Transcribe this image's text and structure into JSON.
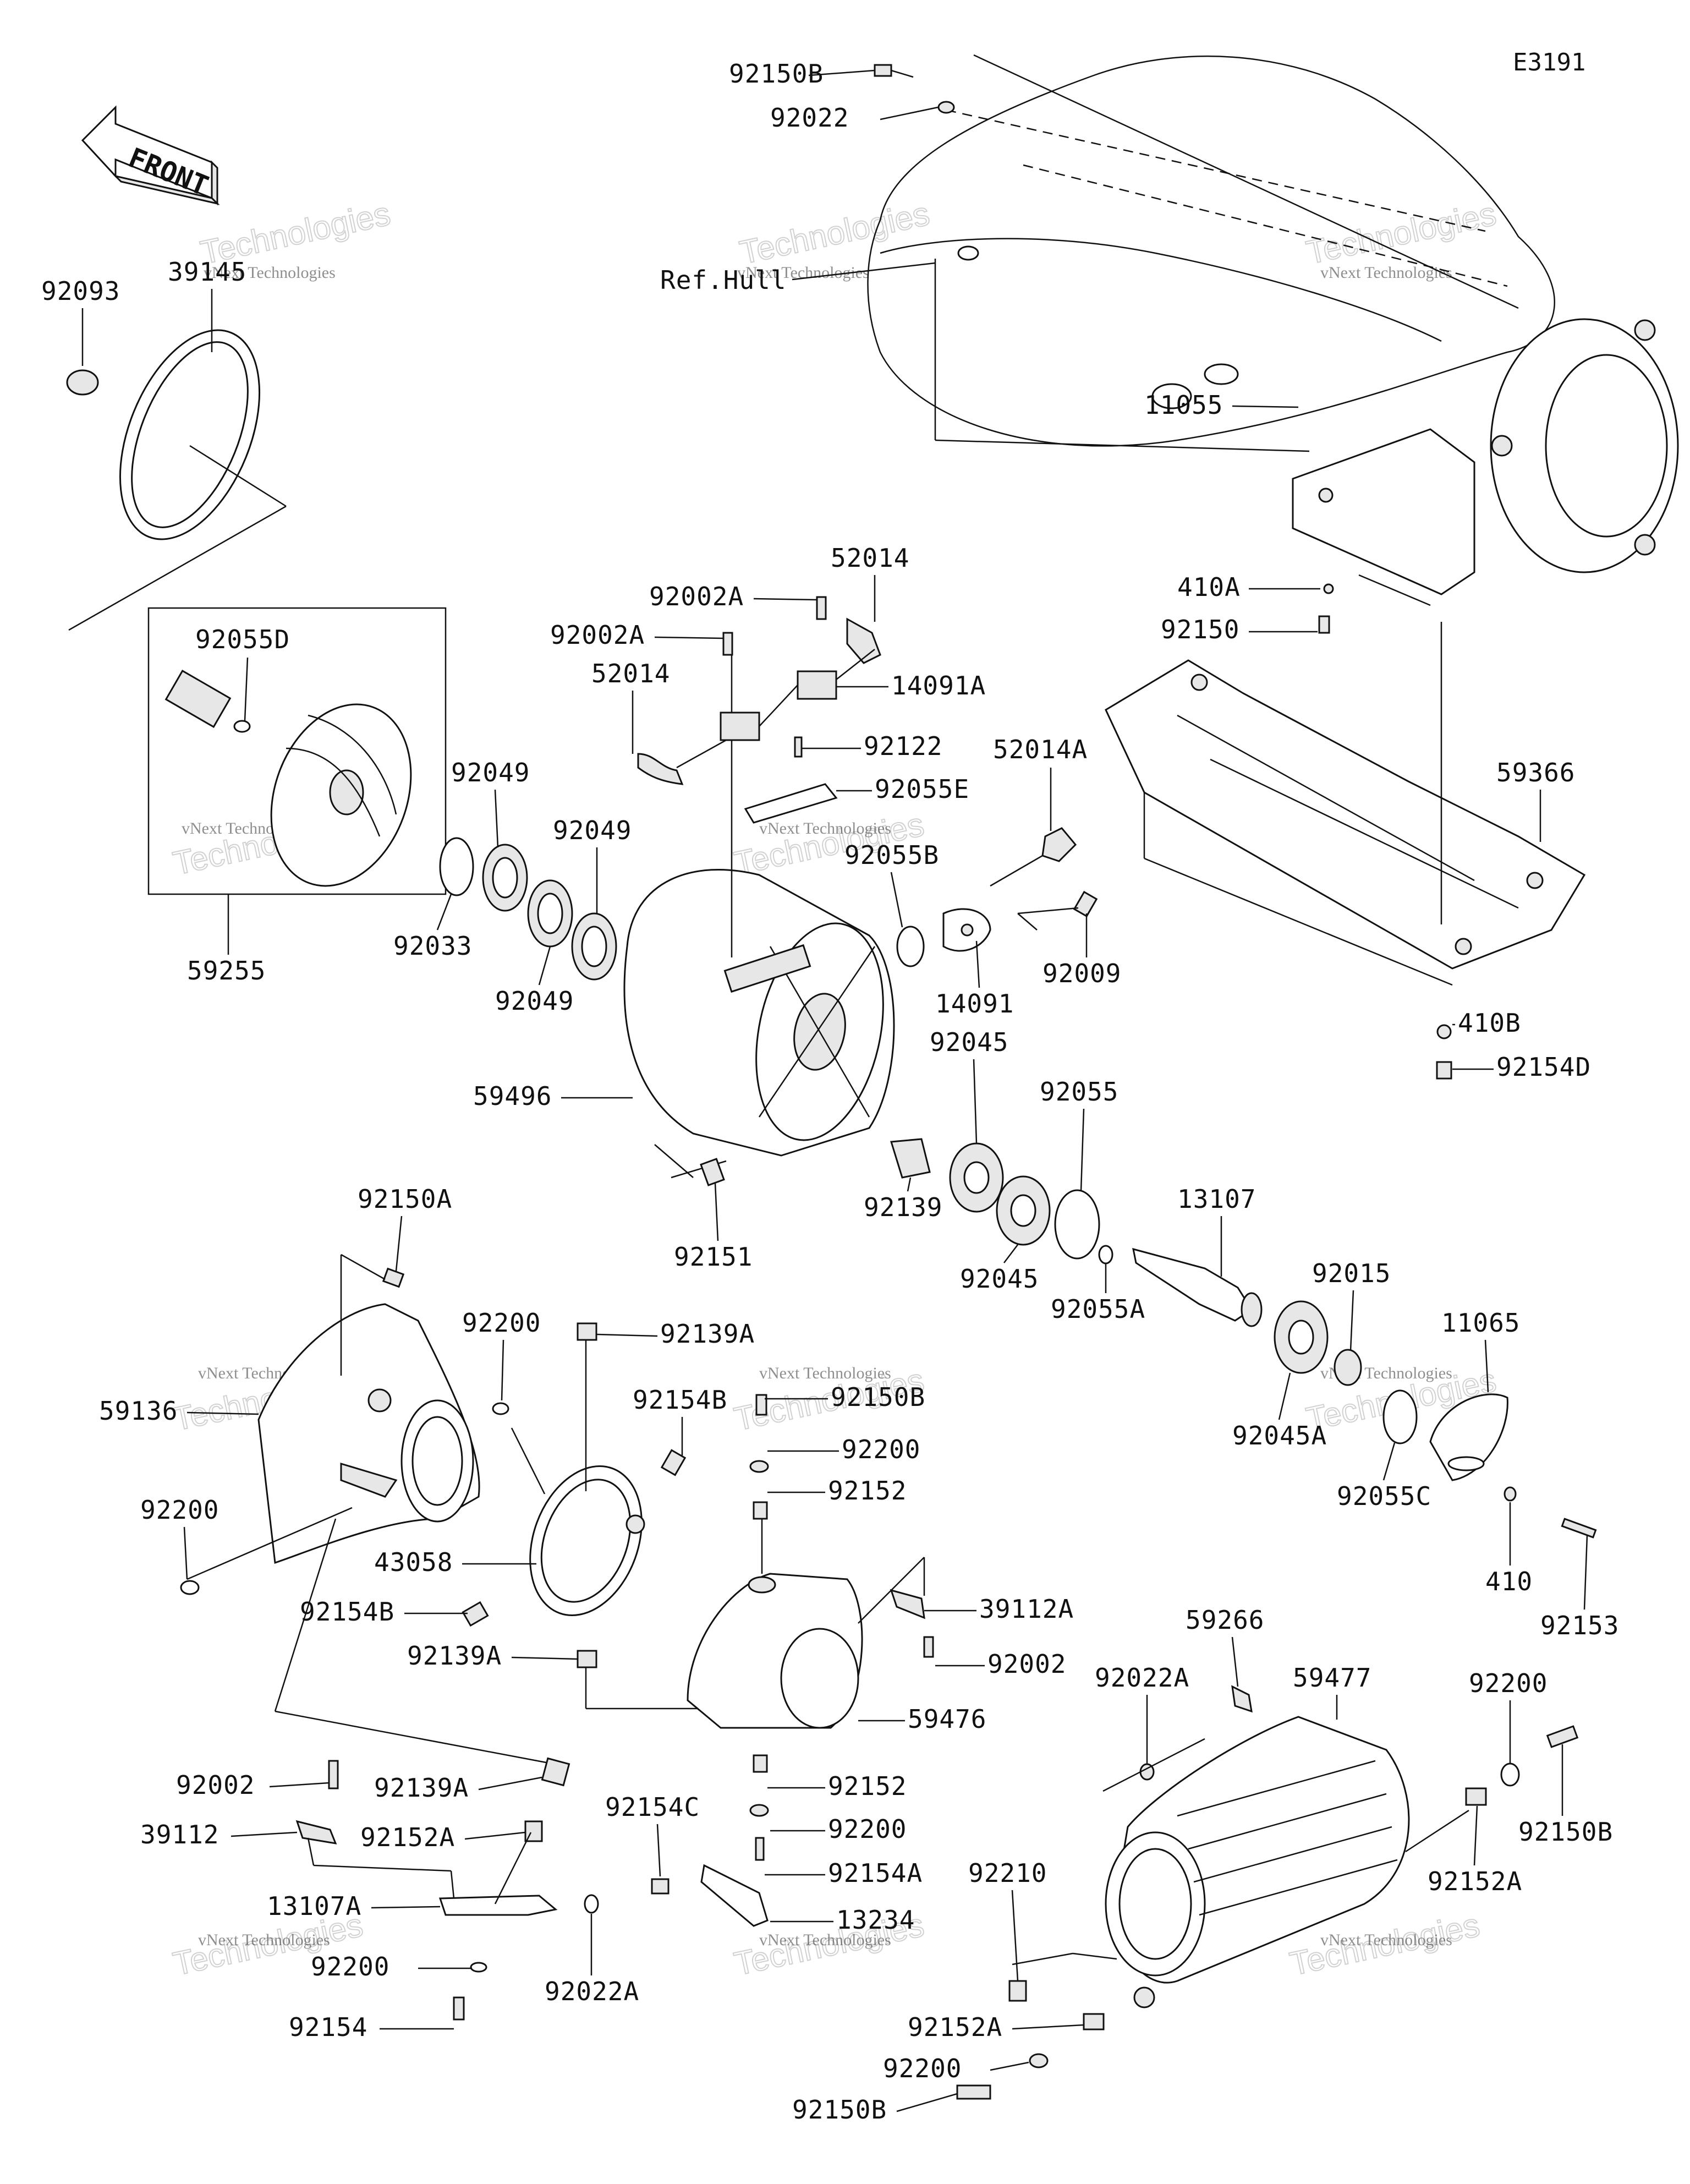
{
  "diagram_code": "E3191",
  "front_label": "FRONT",
  "reference_label": "Ref.Hull",
  "watermark": {
    "line1": "vNext Technologies",
    "line2": "Technologies",
    "brand": "vNext"
  },
  "labels": [
    "92150B",
    "92022",
    "92093",
    "39145",
    "11055",
    "410A",
    "92150",
    "52014",
    "92002A",
    "92002A",
    "14091A",
    "52014",
    "92122",
    "92055E",
    "92055D",
    "59255",
    "92049",
    "92049",
    "92033",
    "92049",
    "52014A",
    "92055B",
    "14091",
    "92009",
    "59366",
    "410B",
    "92154D",
    "59496",
    "92045",
    "92055",
    "92139",
    "92151",
    "92045",
    "13107",
    "92055A",
    "92015",
    "92045A",
    "11065",
    "92055C",
    "410",
    "92153",
    "92150A",
    "92200",
    "92139A",
    "92154B",
    "92150B",
    "92200",
    "92152",
    "59136",
    "92200",
    "43058",
    "92154B",
    "92139A",
    "39112A",
    "92002",
    "59476",
    "92152",
    "92200",
    "92002",
    "92139A",
    "39112",
    "92152A",
    "13107A",
    "92200",
    "92154",
    "92154C",
    "92154A",
    "13234",
    "92022A",
    "59266",
    "92022A",
    "59477",
    "92200",
    "92150B",
    "92152A",
    "92210",
    "92152A",
    "92200",
    "92150B"
  ]
}
